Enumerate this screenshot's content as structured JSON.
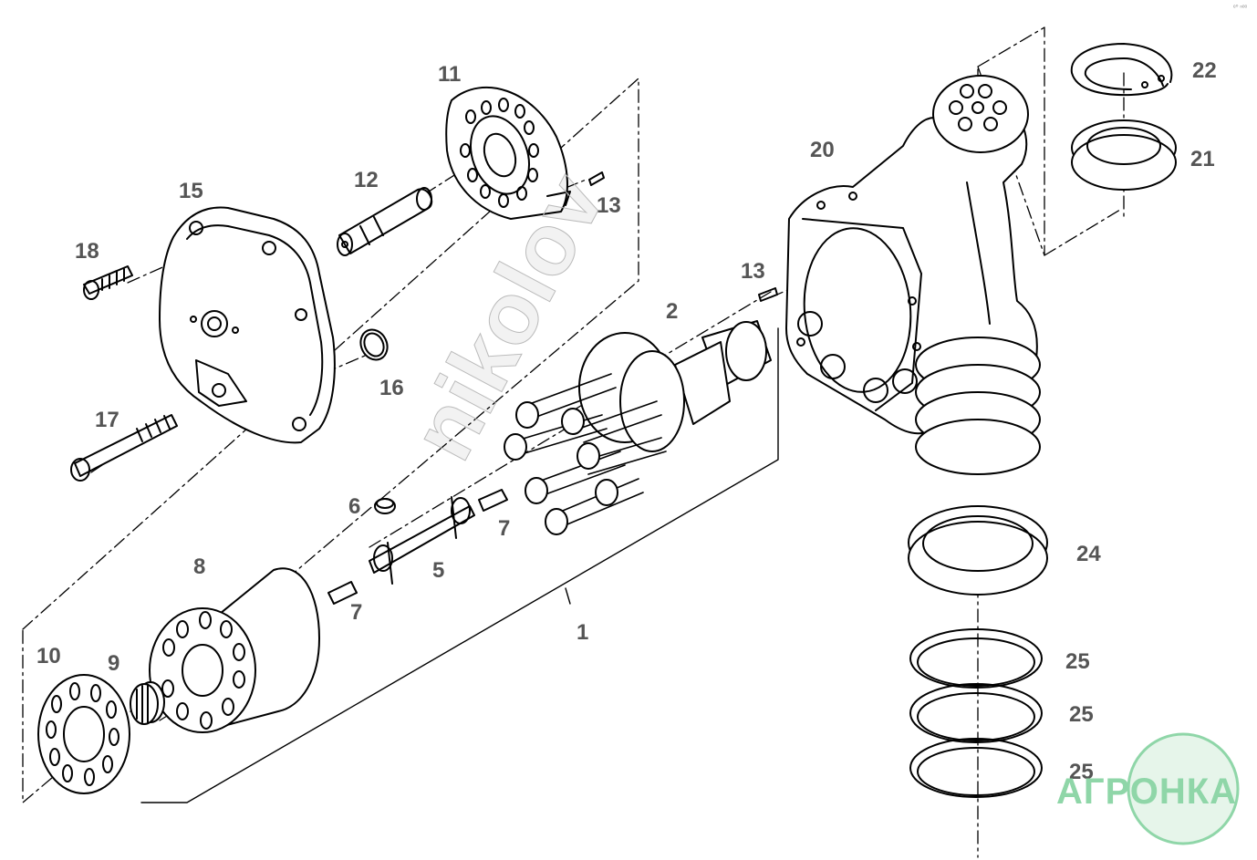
{
  "part_labels": [
    {
      "id": "1",
      "text": "1"
    },
    {
      "id": "2",
      "text": "2"
    },
    {
      "id": "5",
      "text": "5"
    },
    {
      "id": "6",
      "text": "6"
    },
    {
      "id": "7a",
      "text": "7"
    },
    {
      "id": "7b",
      "text": "7"
    },
    {
      "id": "8",
      "text": "8"
    },
    {
      "id": "9",
      "text": "9"
    },
    {
      "id": "10",
      "text": "10"
    },
    {
      "id": "11",
      "text": "11"
    },
    {
      "id": "12",
      "text": "12"
    },
    {
      "id": "13a",
      "text": "13"
    },
    {
      "id": "13b",
      "text": "13"
    },
    {
      "id": "15",
      "text": "15"
    },
    {
      "id": "16",
      "text": "16"
    },
    {
      "id": "17",
      "text": "17"
    },
    {
      "id": "18",
      "text": "18"
    },
    {
      "id": "20",
      "text": "20"
    },
    {
      "id": "21",
      "text": "21"
    },
    {
      "id": "22",
      "text": "22"
    },
    {
      "id": "24",
      "text": "24"
    },
    {
      "id": "25a",
      "text": "25"
    },
    {
      "id": "25b",
      "text": "25"
    },
    {
      "id": "25c",
      "text": "25"
    }
  ],
  "watermark": {
    "text": "nikolov"
  },
  "brand": {
    "text": "АГРОНКА",
    "color": "#8fd6a8"
  },
  "corner_mark": {
    "text": "ᵉ⁰ ⁿᵒᵒ"
  },
  "colors": {
    "line": "#000000",
    "label": "#555555",
    "fill": "#ffffff"
  }
}
